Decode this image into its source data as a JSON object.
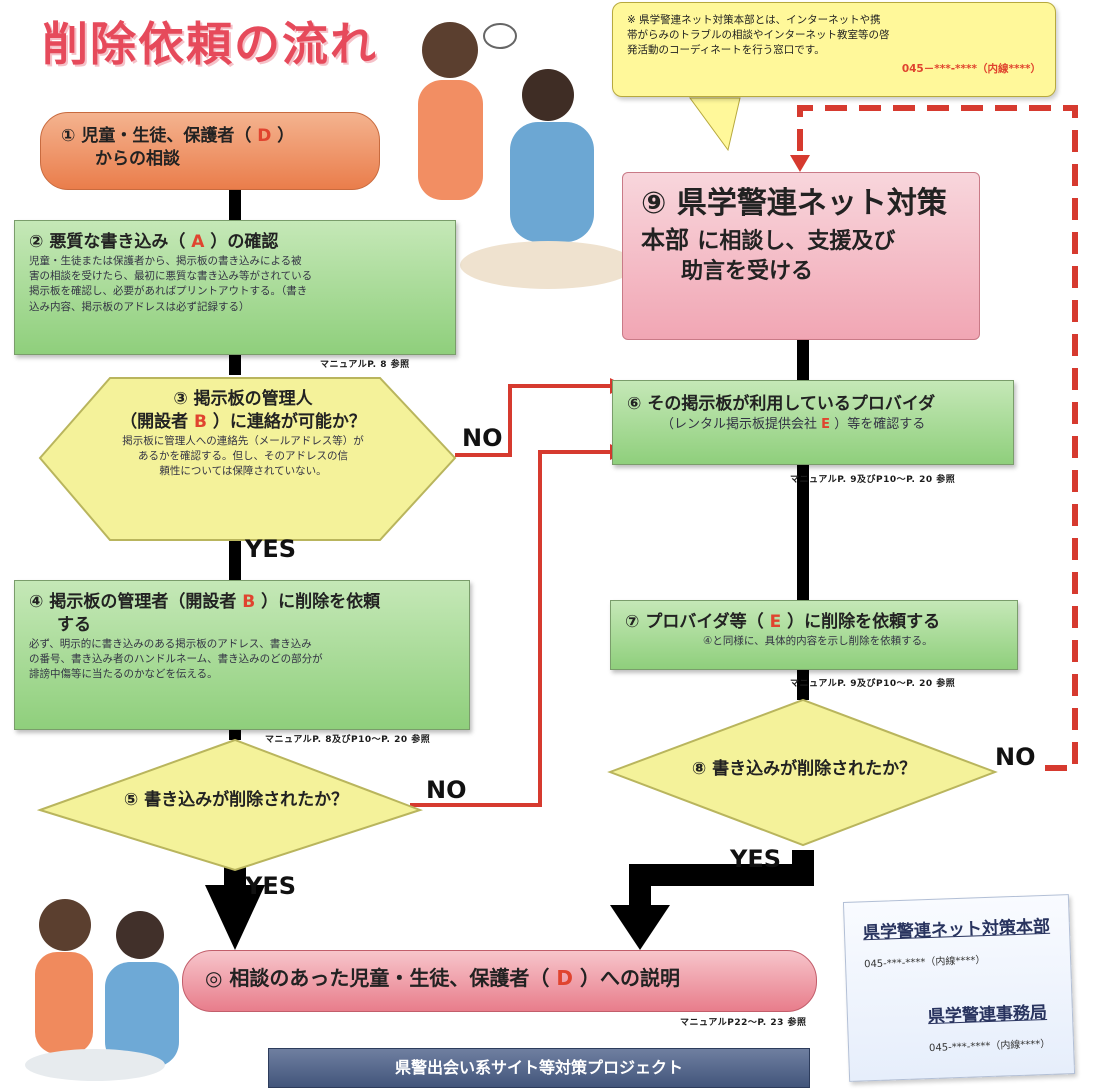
{
  "title": "削除依頼の流れ",
  "callout": {
    "text_lines": [
      "※ 県学警連ネット対策本部とは、インターネットや携",
      "帯がらみのトラブルの相談やインターネット教室等の啓",
      "発活動のコーディネートを行う窓口です。"
    ],
    "phone": "045－***-****（内線****）"
  },
  "steps": {
    "s1": {
      "number": "①",
      "line1": "児童・生徒、保護者（",
      "highlight": "D",
      "line1_end": "）",
      "line2": "からの相談"
    },
    "s2": {
      "number": "②",
      "title_pre": "悪質な書き込み（",
      "highlight": "A",
      "title_post": "）の確認",
      "body_lines": [
        "児童・生徒または保護者から、掲示板の書き込みによる被",
        "害の相談を受けたら、最初に悪質な書き込み等がされている",
        "掲示板を確認し、必要があればプリントアウトする。（書き",
        "込み内容、掲示板のアドレスは必ず記録する）"
      ],
      "ref": "マニュアルP. 8 参照"
    },
    "s3": {
      "number": "③",
      "line1": "掲示板の管理人",
      "line2_pre": "（開設者",
      "highlight": "B",
      "line2_post": "）に連絡が可能か？",
      "body_lines": [
        "掲示板に管理人への連絡先（メールアドレス等）が",
        "あるかを確認する。但し、そのアドレスの信",
        "頼性については保障されていない。"
      ]
    },
    "s4": {
      "number": "④",
      "title_pre": "掲示板の管理者（開設者",
      "highlight": "B",
      "title_post": "）に削除を依頼",
      "title_line2": "する",
      "body_lines": [
        "必ず、明示的に書き込みのある掲示板のアドレス、書き込み",
        "の番号、書き込み者のハンドルネーム、書き込みのどの部分が",
        "誹謗中傷等に当たるのかなどを伝える。"
      ],
      "ref": "マニュアルP. 8及びP10～P. 20 参照"
    },
    "s5": {
      "number": "⑤",
      "text": "書き込みが削除されたか？"
    },
    "s6": {
      "number": "⑥",
      "line1": "その掲示板が利用しているプロバイダ",
      "line2_pre": "（レンタル掲示板提供会社",
      "highlight": "E",
      "line2_post": "）等を確認する",
      "ref": "マニュアルP. 9及びP10～P. 20 参照"
    },
    "s7": {
      "number": "⑦",
      "title_pre": "プロバイダ等（",
      "highlight": "E",
      "title_post": "）に削除を依頼する",
      "body": "④と同様に、具体的内容を示し削除を依頼する。",
      "ref": "マニュアルP. 9及びP10～P. 20 参照"
    },
    "s8": {
      "number": "⑧",
      "text": "書き込みが削除されたか？"
    },
    "s9": {
      "number": "⑨",
      "line1": "県学警連ネット対策",
      "line2_pre": "本部",
      "line2_post": "に相談し、支援及び",
      "line3": "助言を受ける"
    },
    "final": {
      "symbol": "◎",
      "text_pre": "相談のあった児童・生徒、保護者（",
      "highlight": "D",
      "text_post": "）への説明",
      "ref": "マニュアルP22～P. 23 参照"
    }
  },
  "labels": {
    "no3": "NO",
    "no5": "NO",
    "no8": "NO",
    "yes3": "YES",
    "yes5": "YES",
    "yes8": "YES"
  },
  "project_banner": "県警出会い系サイト等対策プロジェクト",
  "contact_card": {
    "headquarters": "県学警連ネット対策本部",
    "headquarters_phone": "045-***-****（内線****）",
    "office": "県学警連事務局",
    "office_phone": "045-***-****（内線****）"
  },
  "colors": {
    "accent_red": "#e0442f",
    "title_pink": "#e64a5b",
    "green_box": "#a6dc93",
    "diamond_yellow": "#f4f29a",
    "orange_pill": "#ee8b5a",
    "pink_box": "#f3b7c2",
    "project_blue": "#4d6088"
  },
  "icons": {
    "people_top": "people-illustration-icon",
    "people_bottom": "people-illustration-icon",
    "mascot": "mascot-icon"
  }
}
